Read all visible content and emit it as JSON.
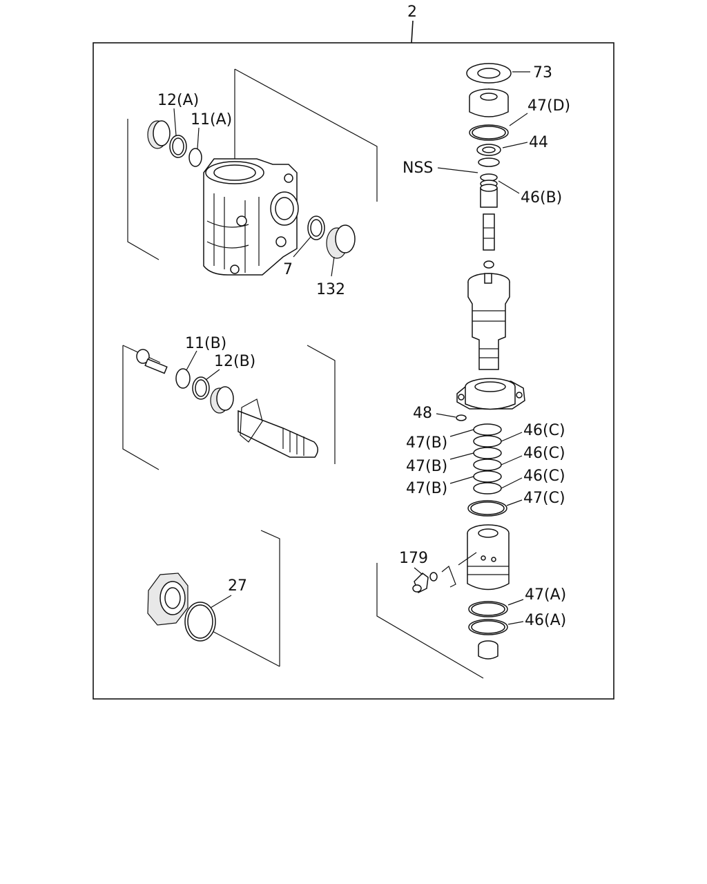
{
  "assembly_number": "2",
  "callouts": {
    "p73": "73",
    "p47d": "47(D)",
    "p44": "44",
    "nss": "NSS",
    "p46b": "46(B)",
    "p12a": "12(A)",
    "p11a": "11(A)",
    "p7": "7",
    "p132": "132",
    "p11b": "11(B)",
    "p12b": "12(B)",
    "p48": "48",
    "p47b_1": "47(B)",
    "p47b_2": "47(B)",
    "p47b_3": "47(B)",
    "p46c_1": "46(C)",
    "p46c_2": "46(C)",
    "p46c_3": "46(C)",
    "p47c": "47(C)",
    "p179": "179",
    "p27": "27",
    "p47a": "47(A)",
    "p46a": "46(A)"
  }
}
